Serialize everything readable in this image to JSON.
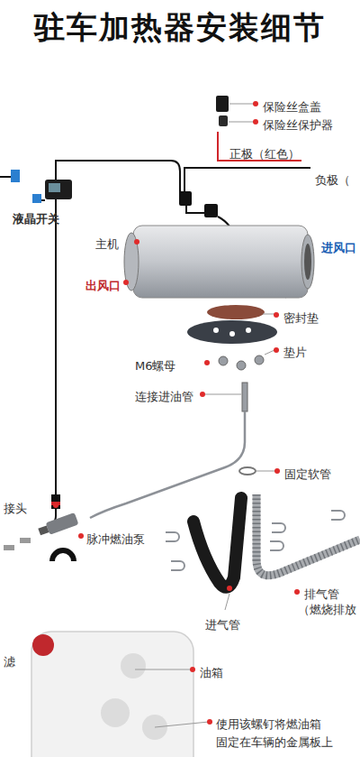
{
  "diagram": {
    "title": "驻车加热器安装细节",
    "labels": [
      "保险丝盒盖",
      "保险丝保护器",
      "正极（红色）",
      "负极（",
      "液晶开关",
      "主机",
      "进风口",
      "出风口",
      "密封垫",
      "M6螺母",
      "垫片",
      "连接进油管",
      "固定软管",
      "接头",
      "脉冲燃油泵",
      "排气管",
      "（燃烧排放",
      "进气管",
      "滤",
      "油箱",
      "使用该螺钉将燃油箱",
      "固定在车辆的金属板上"
    ]
  }
}
